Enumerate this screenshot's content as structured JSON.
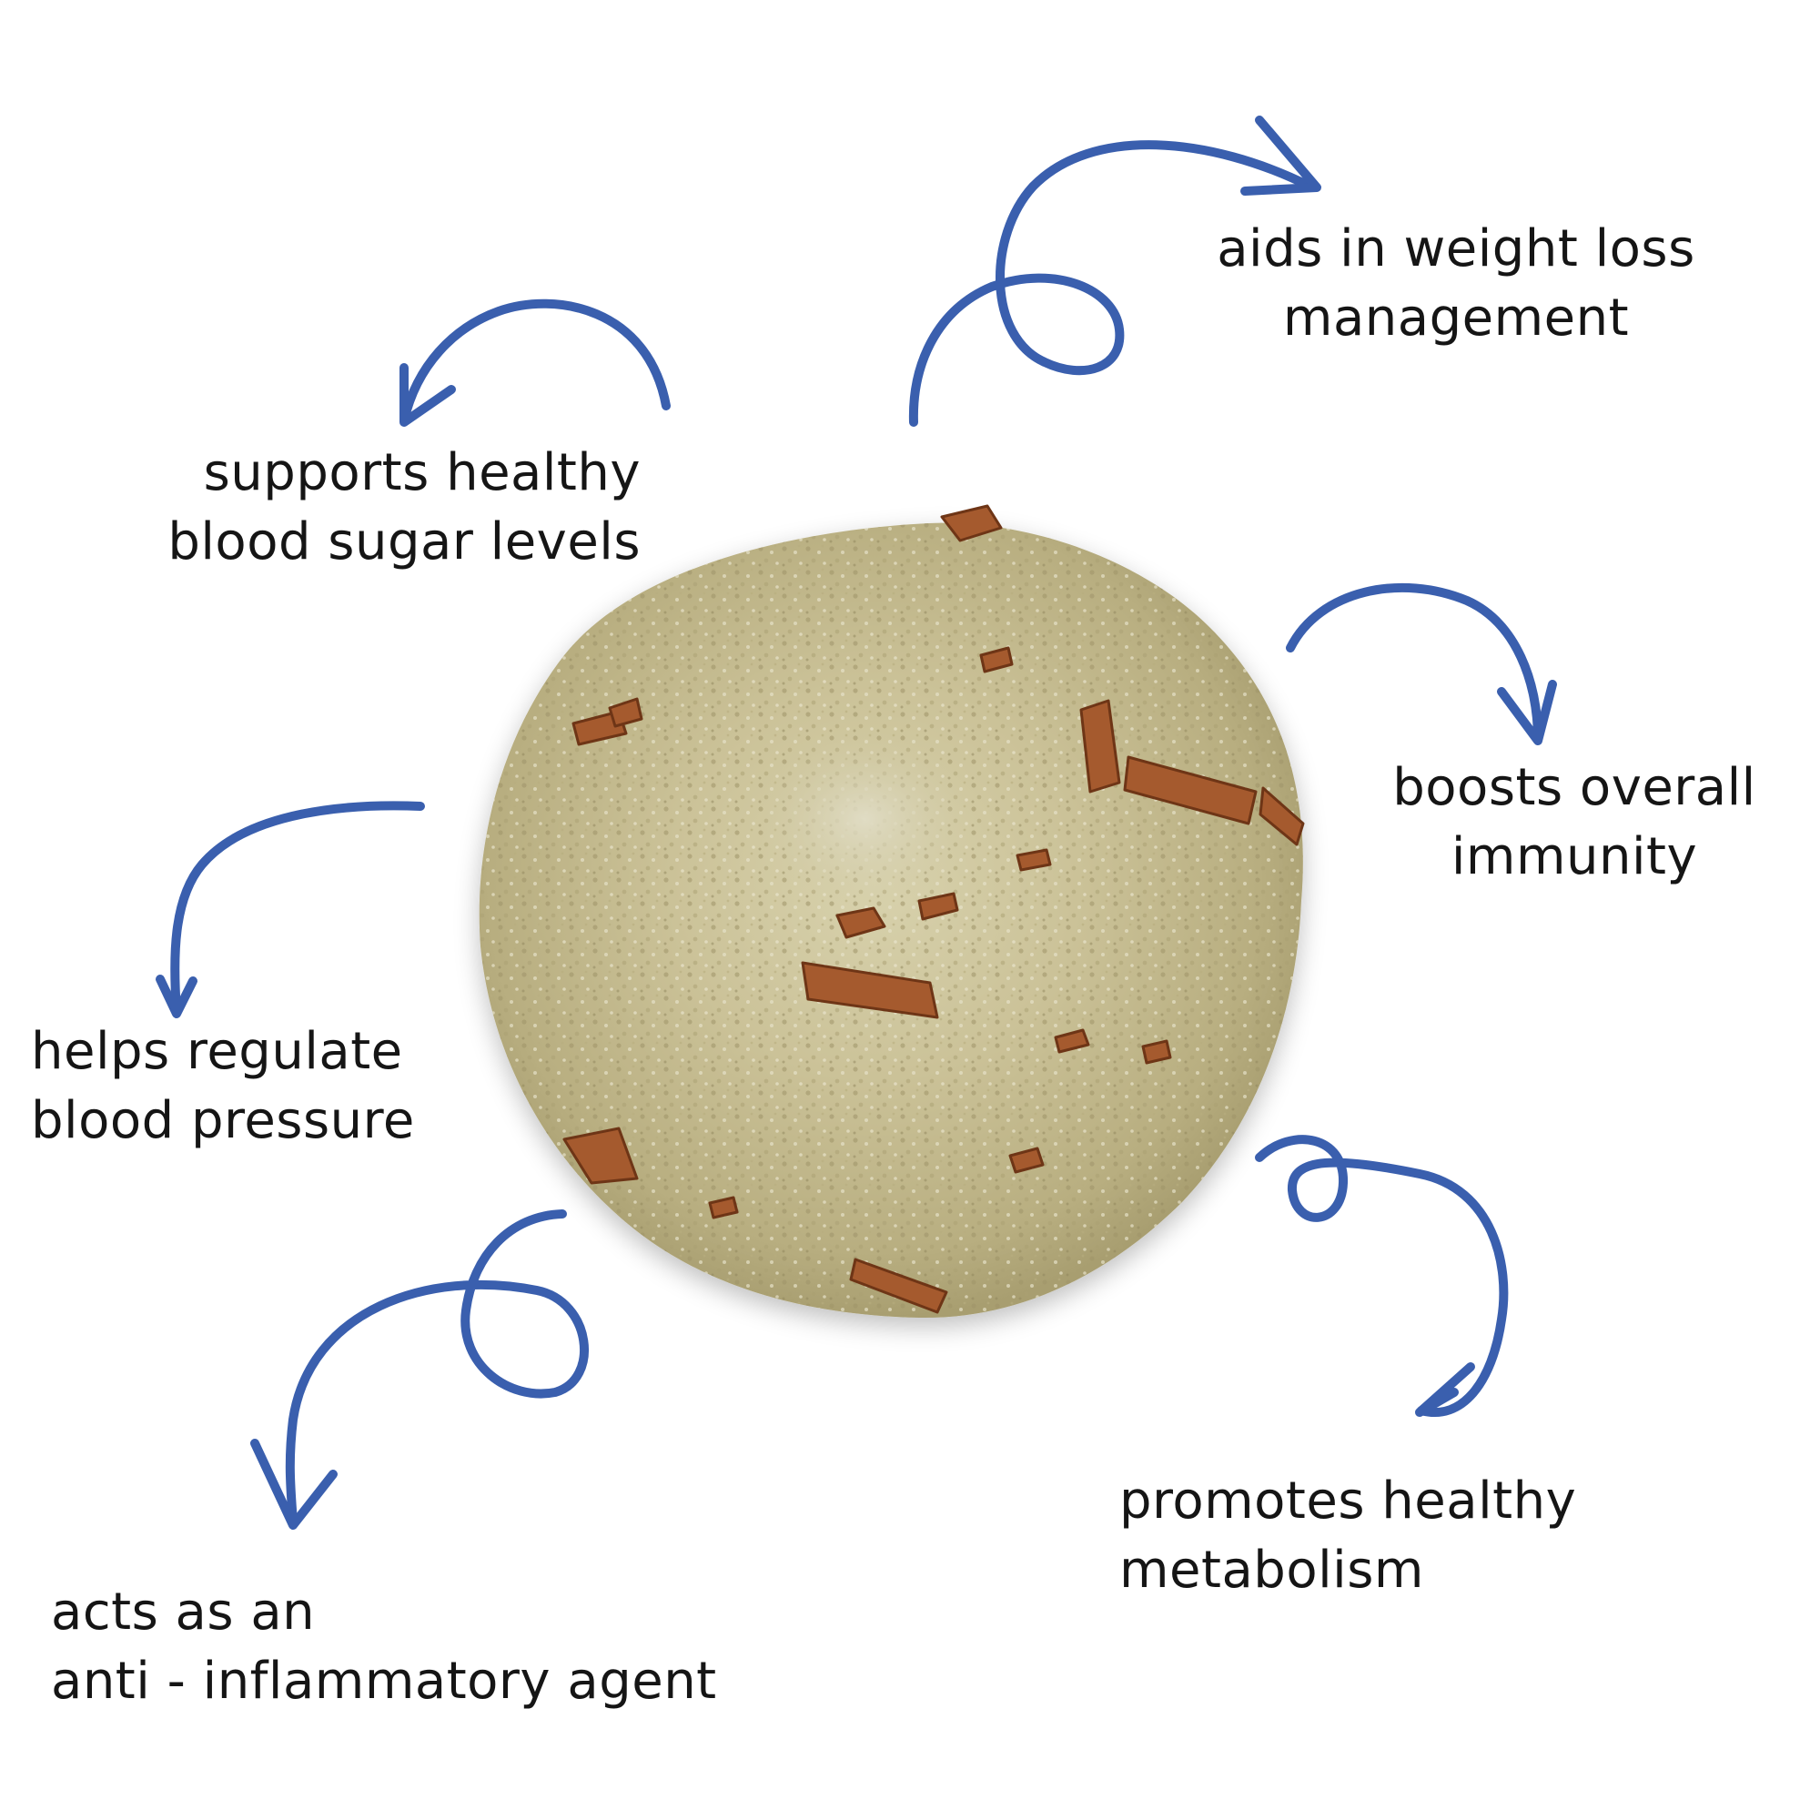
{
  "colors": {
    "arrow": "#3a5fae",
    "text": "#151515",
    "powder": "#c9c095",
    "cinnamon": "#a55a2e"
  },
  "image": {
    "subject": "powder-pile"
  },
  "benefits": [
    {
      "id": "blood_sugar",
      "line1": "supports healthy",
      "line2": "blood sugar levels"
    },
    {
      "id": "weight",
      "line1": "aids in weight loss",
      "line2": "management"
    },
    {
      "id": "immunity",
      "line1": "boosts overall",
      "line2": "immunity"
    },
    {
      "id": "pressure",
      "line1": "helps regulate",
      "line2": "blood pressure"
    },
    {
      "id": "metabolism",
      "line1": "promotes healthy",
      "line2": "metabolism"
    },
    {
      "id": "inflammatory",
      "line1": "acts as an",
      "line2": "anti - inflammatory agent"
    }
  ]
}
